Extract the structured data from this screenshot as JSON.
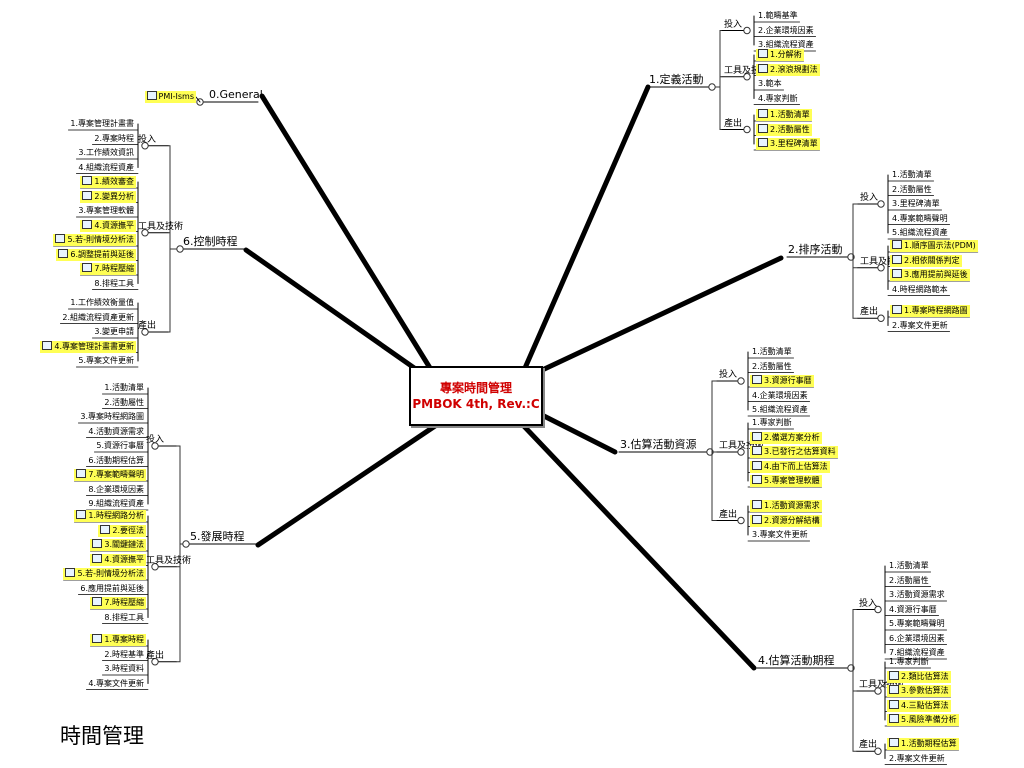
{
  "center": {
    "title": "專案時間管理",
    "subtitle": "PMBOK 4th, Rev.:C"
  },
  "footer": "時間管理",
  "topics": [
    {
      "id": "t0",
      "label": "0.General",
      "groups": [
        {
          "label": "",
          "items": [
            {
              "text": "PMI-Isms",
              "hl": true,
              "cb": true
            }
          ]
        }
      ]
    },
    {
      "id": "t1",
      "label": "1.定義活動",
      "groups": [
        {
          "label": "投入",
          "items": [
            {
              "text": "1.範疇基準",
              "hl": false,
              "cb": false
            },
            {
              "text": "2.企業環境因素",
              "hl": false,
              "cb": false
            },
            {
              "text": "3.組織流程資產",
              "hl": false,
              "cb": false
            }
          ]
        },
        {
          "label": "工具及技術",
          "items": [
            {
              "text": "1.分解術",
              "hl": true,
              "cb": true
            },
            {
              "text": "2.滾浪規劃法",
              "hl": true,
              "cb": true
            },
            {
              "text": "3.範本",
              "hl": false,
              "cb": false
            },
            {
              "text": "4.專家判斷",
              "hl": false,
              "cb": false
            }
          ]
        },
        {
          "label": "產出",
          "items": [
            {
              "text": "1.活動清單",
              "hl": true,
              "cb": true
            },
            {
              "text": "2.活動屬性",
              "hl": true,
              "cb": true
            },
            {
              "text": "3.里程碑清單",
              "hl": true,
              "cb": true
            }
          ]
        }
      ]
    },
    {
      "id": "t2",
      "label": "2.排序活動",
      "groups": [
        {
          "label": "投入",
          "items": [
            {
              "text": "1.活動清單",
              "hl": false,
              "cb": false
            },
            {
              "text": "2.活動屬性",
              "hl": false,
              "cb": false
            },
            {
              "text": "3.里程碑清單",
              "hl": false,
              "cb": false
            },
            {
              "text": "4.專案範疇聲明",
              "hl": false,
              "cb": false
            },
            {
              "text": "5.組織流程資產",
              "hl": false,
              "cb": false
            }
          ]
        },
        {
          "label": "工具及技術",
          "items": [
            {
              "text": "1.順序圖示法(PDM)",
              "hl": true,
              "cb": true
            },
            {
              "text": "2.相依關係判定",
              "hl": true,
              "cb": true
            },
            {
              "text": "3.應用提前與延後",
              "hl": true,
              "cb": true
            },
            {
              "text": "4.時程網路範本",
              "hl": false,
              "cb": false
            }
          ]
        },
        {
          "label": "產出",
          "items": [
            {
              "text": "1.專案時程網路圖",
              "hl": true,
              "cb": true
            },
            {
              "text": "2.專案文件更新",
              "hl": false,
              "cb": false
            }
          ]
        }
      ]
    },
    {
      "id": "t3",
      "label": "3.估算活動資源",
      "groups": [
        {
          "label": "投入",
          "items": [
            {
              "text": "1.活動清單",
              "hl": false,
              "cb": false
            },
            {
              "text": "2.活動屬性",
              "hl": false,
              "cb": false
            },
            {
              "text": "3.資源行事曆",
              "hl": true,
              "cb": true
            },
            {
              "text": "4.企業環境因素",
              "hl": false,
              "cb": false
            },
            {
              "text": "5.組織流程資產",
              "hl": false,
              "cb": false
            }
          ]
        },
        {
          "label": "工具及技術",
          "items": [
            {
              "text": "1.專家判斷",
              "hl": false,
              "cb": false
            },
            {
              "text": "2.備選方案分析",
              "hl": true,
              "cb": true
            },
            {
              "text": "3.已發行之估算資料",
              "hl": true,
              "cb": true
            },
            {
              "text": "4.由下而上估算法",
              "hl": true,
              "cb": true
            },
            {
              "text": "5.專案管理軟體",
              "hl": true,
              "cb": true
            }
          ]
        },
        {
          "label": "產出",
          "items": [
            {
              "text": "1.活動資源需求",
              "hl": true,
              "cb": true
            },
            {
              "text": "2.資源分解結構",
              "hl": true,
              "cb": true
            },
            {
              "text": "3.專案文件更新",
              "hl": false,
              "cb": false
            }
          ]
        }
      ]
    },
    {
      "id": "t4",
      "label": "4.估算活動期程",
      "groups": [
        {
          "label": "投入",
          "items": [
            {
              "text": "1.活動清單",
              "hl": false,
              "cb": false
            },
            {
              "text": "2.活動屬性",
              "hl": false,
              "cb": false
            },
            {
              "text": "3.活動資源需求",
              "hl": false,
              "cb": false
            },
            {
              "text": "4.資源行事曆",
              "hl": false,
              "cb": false
            },
            {
              "text": "5.專案範疇聲明",
              "hl": false,
              "cb": false
            },
            {
              "text": "6.企業環境因素",
              "hl": false,
              "cb": false
            },
            {
              "text": "7.組織流程資產",
              "hl": false,
              "cb": false
            }
          ]
        },
        {
          "label": "工具及技術",
          "items": [
            {
              "text": "1.專家判斷",
              "hl": false,
              "cb": false
            },
            {
              "text": "2.類比估算法",
              "hl": true,
              "cb": true
            },
            {
              "text": "3.參數估算法",
              "hl": true,
              "cb": true
            },
            {
              "text": "4.三點估算法",
              "hl": true,
              "cb": true
            },
            {
              "text": "5.風險準備分析",
              "hl": true,
              "cb": true
            }
          ]
        },
        {
          "label": "產出",
          "items": [
            {
              "text": "1.活動期程估算",
              "hl": true,
              "cb": true
            },
            {
              "text": "2.專案文件更新",
              "hl": false,
              "cb": false
            }
          ]
        }
      ]
    },
    {
      "id": "t5",
      "label": "5.發展時程",
      "groups": [
        {
          "label": "投入",
          "items": [
            {
              "text": "1.活動清單",
              "hl": false,
              "cb": false
            },
            {
              "text": "2.活動屬性",
              "hl": false,
              "cb": false
            },
            {
              "text": "3.專案時程網路圖",
              "hl": false,
              "cb": false
            },
            {
              "text": "4.活動資源需求",
              "hl": false,
              "cb": false
            },
            {
              "text": "5.資源行事曆",
              "hl": false,
              "cb": false
            },
            {
              "text": "6.活動期程估算",
              "hl": false,
              "cb": false
            },
            {
              "text": "7.專案範疇聲明",
              "hl": true,
              "cb": true
            },
            {
              "text": "8.企業環境因素",
              "hl": false,
              "cb": false
            },
            {
              "text": "9.組織流程資產",
              "hl": false,
              "cb": false
            }
          ]
        },
        {
          "label": "工具及技術",
          "items": [
            {
              "text": "1.時程網路分析",
              "hl": true,
              "cb": true
            },
            {
              "text": "2.要徑法",
              "hl": true,
              "cb": true
            },
            {
              "text": "3.關鍵鏈法",
              "hl": true,
              "cb": true
            },
            {
              "text": "4.資源撫平",
              "hl": true,
              "cb": true
            },
            {
              "text": "5.若-則情境分析法",
              "hl": true,
              "cb": true
            },
            {
              "text": "6.應用提前與延後",
              "hl": false,
              "cb": false
            },
            {
              "text": "7.時程壓縮",
              "hl": true,
              "cb": true
            },
            {
              "text": "8.排程工具",
              "hl": false,
              "cb": false
            }
          ]
        },
        {
          "label": "產出",
          "items": [
            {
              "text": "1.專案時程",
              "hl": true,
              "cb": true
            },
            {
              "text": "2.時程基準",
              "hl": false,
              "cb": false
            },
            {
              "text": "3.時程資料",
              "hl": false,
              "cb": false
            },
            {
              "text": "4.專案文件更新",
              "hl": false,
              "cb": false
            }
          ]
        }
      ]
    },
    {
      "id": "t6",
      "label": "6.控制時程",
      "groups": [
        {
          "label": "投入",
          "items": [
            {
              "text": "1.專案管理計畫書",
              "hl": false,
              "cb": false
            },
            {
              "text": "2.專案時程",
              "hl": false,
              "cb": false
            },
            {
              "text": "3.工作績效資訊",
              "hl": false,
              "cb": false
            },
            {
              "text": "4.組織流程資產",
              "hl": false,
              "cb": false
            }
          ]
        },
        {
          "label": "工具及技術",
          "items": [
            {
              "text": "1.績效審查",
              "hl": true,
              "cb": true
            },
            {
              "text": "2.變異分析",
              "hl": true,
              "cb": true
            },
            {
              "text": "3.專案管理軟體",
              "hl": false,
              "cb": false
            },
            {
              "text": "4.資源撫平",
              "hl": true,
              "cb": true
            },
            {
              "text": "5.若-則情境分析法",
              "hl": true,
              "cb": true
            },
            {
              "text": "6.調整提前與延後",
              "hl": true,
              "cb": true
            },
            {
              "text": "7.時程壓縮",
              "hl": true,
              "cb": true
            },
            {
              "text": "8.排程工具",
              "hl": false,
              "cb": false
            }
          ]
        },
        {
          "label": "產出",
          "items": [
            {
              "text": "1.工作績效衡量值",
              "hl": false,
              "cb": false
            },
            {
              "text": "2.組織流程資產更新",
              "hl": false,
              "cb": false
            },
            {
              "text": "3.變更申請",
              "hl": false,
              "cb": false
            },
            {
              "text": "4.專案管理計畫書更新",
              "hl": true,
              "cb": true
            },
            {
              "text": "5.專案文件更新",
              "hl": false,
              "cb": false
            }
          ]
        }
      ]
    }
  ]
}
